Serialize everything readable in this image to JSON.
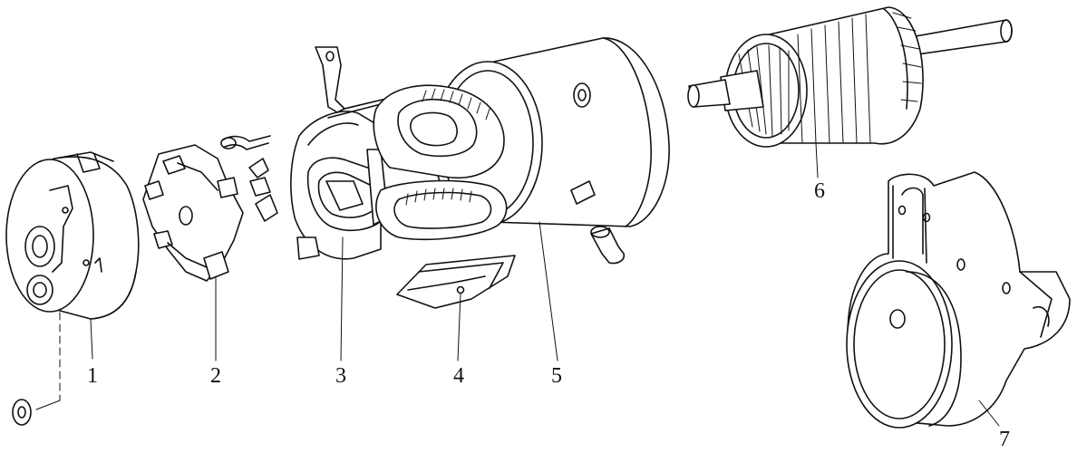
{
  "figure": {
    "parts": [
      {
        "id": "part-1",
        "label": "1"
      },
      {
        "id": "part-2",
        "label": "2"
      },
      {
        "id": "part-3",
        "label": "3"
      },
      {
        "id": "part-4",
        "label": "4"
      },
      {
        "id": "part-5",
        "label": "5"
      },
      {
        "id": "part-6",
        "label": "6"
      },
      {
        "id": "part-7",
        "label": "7"
      }
    ]
  }
}
